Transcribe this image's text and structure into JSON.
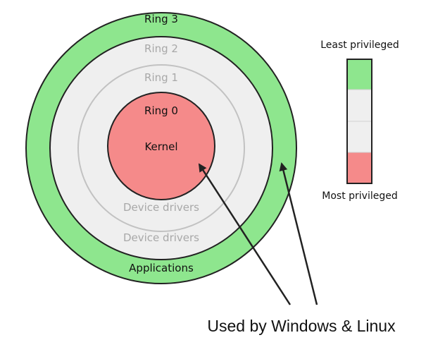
{
  "rings": {
    "ring3": {
      "label": "Ring 3",
      "sublabel": "Applications",
      "color": "#8ee68e"
    },
    "ring2": {
      "label": "Ring 2",
      "sublabel": "Device drivers",
      "color": "#efefef"
    },
    "ring1": {
      "label": "Ring 1",
      "sublabel": "Device drivers",
      "color": "#efefef"
    },
    "ring0": {
      "label": "Ring 0",
      "sublabel": "Kernel",
      "color": "#f58a8a"
    }
  },
  "legend": {
    "top_label": "Least privileged",
    "bottom_label": "Most privileged",
    "segments": [
      {
        "color": "#8ee68e"
      },
      {
        "color": "#efefef"
      },
      {
        "color": "#efefef"
      },
      {
        "color": "#f58a8a"
      }
    ]
  },
  "annotation": {
    "text": "Used by Windows & Linux"
  }
}
